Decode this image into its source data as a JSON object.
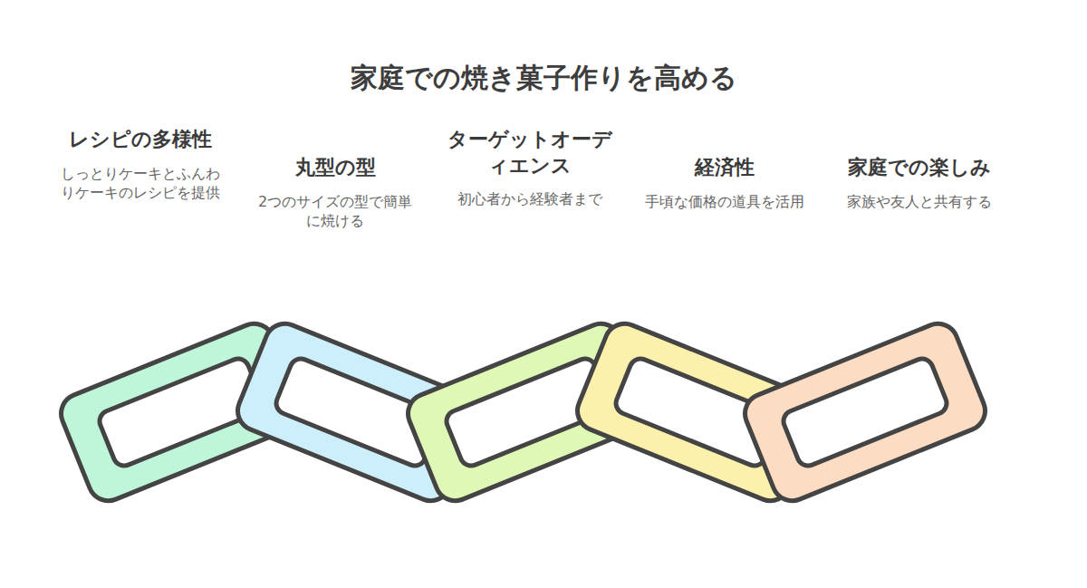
{
  "diagram": {
    "title": "家庭での焼き菓子作りを高める",
    "nodes": [
      {
        "text": [
          "レシピの多様性",
          "しっとりケーキとふんわりケーキのレシピを提供"
        ]
      },
      {
        "text": [
          "丸型の型",
          "2つのサイズの型で簡単に焼ける"
        ]
      },
      {
        "text": [
          "ターゲットオーディエンス",
          "初心者から経験者まで"
        ]
      },
      {
        "text": [
          "経済性",
          "手頃な価格の道具を活用"
        ]
      },
      {
        "text": [
          "家庭での楽しみ",
          "家族や友人と共有する"
        ]
      }
    ]
  }
}
